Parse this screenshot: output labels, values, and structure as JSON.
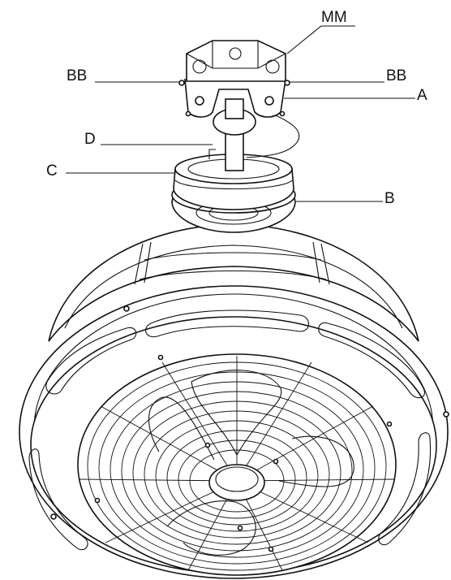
{
  "labels": {
    "mm": "MM",
    "bb_left": "BB",
    "bb_right": "BB",
    "a": "A",
    "d": "D",
    "c": "C",
    "b": "B"
  }
}
